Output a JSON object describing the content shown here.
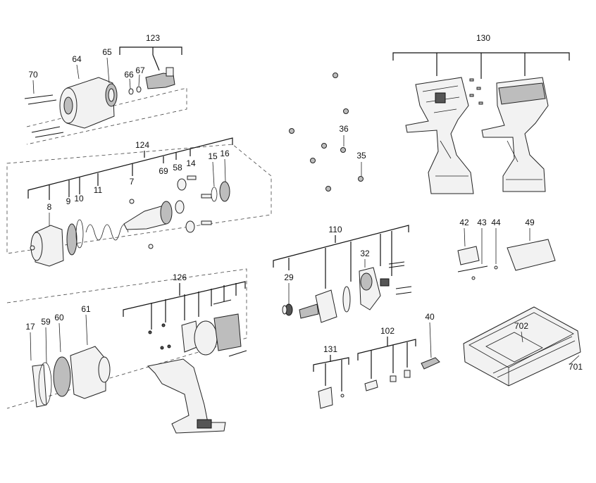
{
  "labels": {
    "l70": "70",
    "l64": "64",
    "l65": "65",
    "l66": "66",
    "l67": "67",
    "l123": "123",
    "l124": "124",
    "l8": "8",
    "l9": "9",
    "l10": "10",
    "l11": "11",
    "l7": "7",
    "l69": "69",
    "l58": "58",
    "l14": "14",
    "l15": "15",
    "l16": "16",
    "l36": "36",
    "l35": "35",
    "l130": "130",
    "l110": "110",
    "l29": "29",
    "l32": "32",
    "l126": "126",
    "l17": "17",
    "l59": "59",
    "l60": "60",
    "l61": "61",
    "l42": "42",
    "l43": "43",
    "l44": "44",
    "l49": "49",
    "l40": "40",
    "l131": "131",
    "l102": "102",
    "l702": "702",
    "l701": "701"
  }
}
